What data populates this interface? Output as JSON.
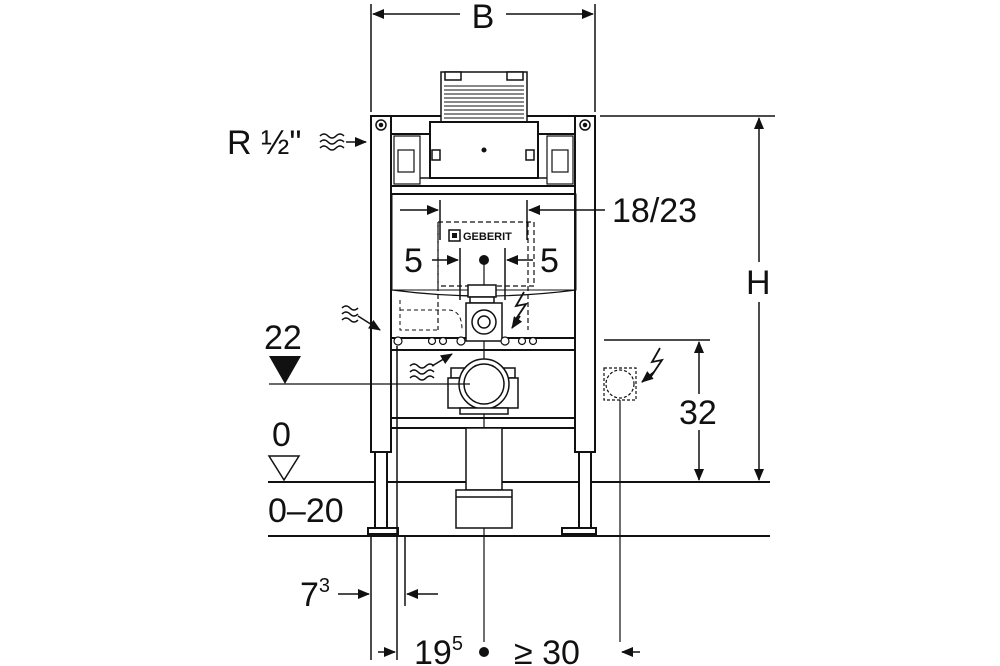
{
  "brand": "GEBERIT",
  "labels": {
    "width": "B",
    "height": "H",
    "supply": "R ½\"",
    "flush_pipe": "18/23",
    "offset_left": "5",
    "offset_right": "5",
    "waste_height": "22",
    "floor_level": "0",
    "floor_range": "0–20",
    "frame_edge": "7",
    "frame_edge_sup": "3",
    "drain_offset": "19",
    "drain_offset_sup": "5",
    "min_clearance": "≥ 30",
    "socket_height": "32"
  },
  "icons": [
    "water-supply-icon",
    "electric-supply-icon",
    "floor-level-triangle-icon"
  ],
  "colors": {
    "line": "#111111",
    "background": "#ffffff",
    "hatch": "#666666"
  }
}
